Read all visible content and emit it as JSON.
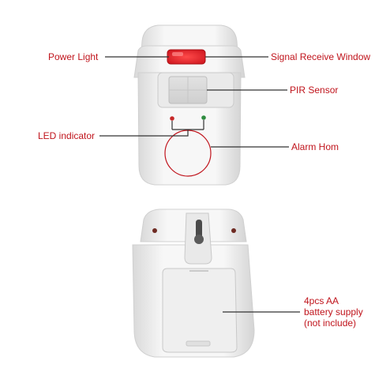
{
  "diagram": {
    "callouts_front": {
      "power_light": "Power Light",
      "signal_receive_window": "Signal Receive Window",
      "pir_sensor": "PIR Sensor",
      "led_indicator": "LED indicator",
      "alarm_horn": "Alarm Hom"
    },
    "callouts_back": {
      "battery_line1": "4pcs AA",
      "battery_line2": "battery supply",
      "battery_line3": "(not include)"
    },
    "colors": {
      "label_red": "#c0141c",
      "device_white": "#f4f4f4",
      "window_red": "#e8232b",
      "led_red": "#c62828",
      "led_green": "#2e8b3e"
    }
  }
}
